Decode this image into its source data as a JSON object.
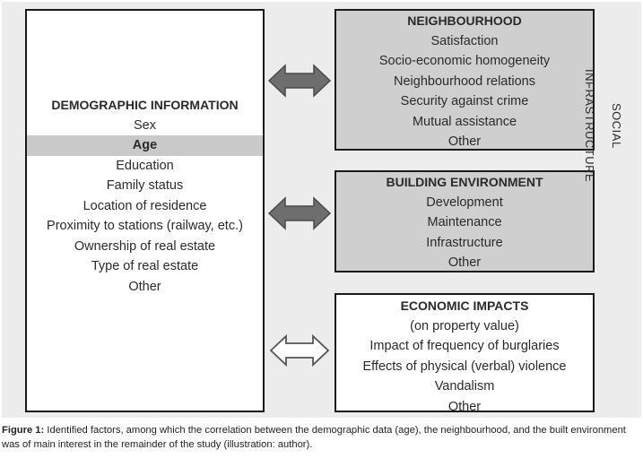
{
  "demographic": {
    "heading": "DEMOGRAPHIC INFORMATION",
    "items": [
      "Sex",
      "Age",
      "Education",
      "Family status",
      "Location of residence",
      "Proximity to stations (railway, etc.)",
      "Ownership of real estate",
      "Type of real estate",
      "Other"
    ],
    "highlighted_item": "Age"
  },
  "neighbourhood": {
    "heading": "NEIGHBOURHOOD",
    "items": [
      "Satisfaction",
      "Socio-economic homogeneity",
      "Neighbourhood relations",
      "Security against crime",
      "Mutual assistance",
      "Other"
    ]
  },
  "building": {
    "heading": "BUILDING ENVIRONMENT",
    "items": [
      "Development",
      "Maintenance",
      "Infrastructure",
      "Other"
    ]
  },
  "economic": {
    "heading": "ECONOMIC IMPACTS",
    "items": [
      "(on property value)",
      "Impact of frequency of burglaries",
      "Effects of physical (verbal) violence",
      "Vandalism",
      "Other"
    ]
  },
  "side_label": "SOCIAL INFRASTRUCTURE",
  "caption": {
    "label": "Figure 1:",
    "text": " Identified factors, among which the correlation between the demographic data (age), the neighbourhood, and the built environment was of main interest in the remainder of the study (illustration: author)."
  },
  "colors": {
    "shaded_box": "#cfcfcf",
    "highlight_row": "#c9c9c9",
    "filled_arrow": "#6e6e6e",
    "outline_arrow": "#ffffff"
  }
}
